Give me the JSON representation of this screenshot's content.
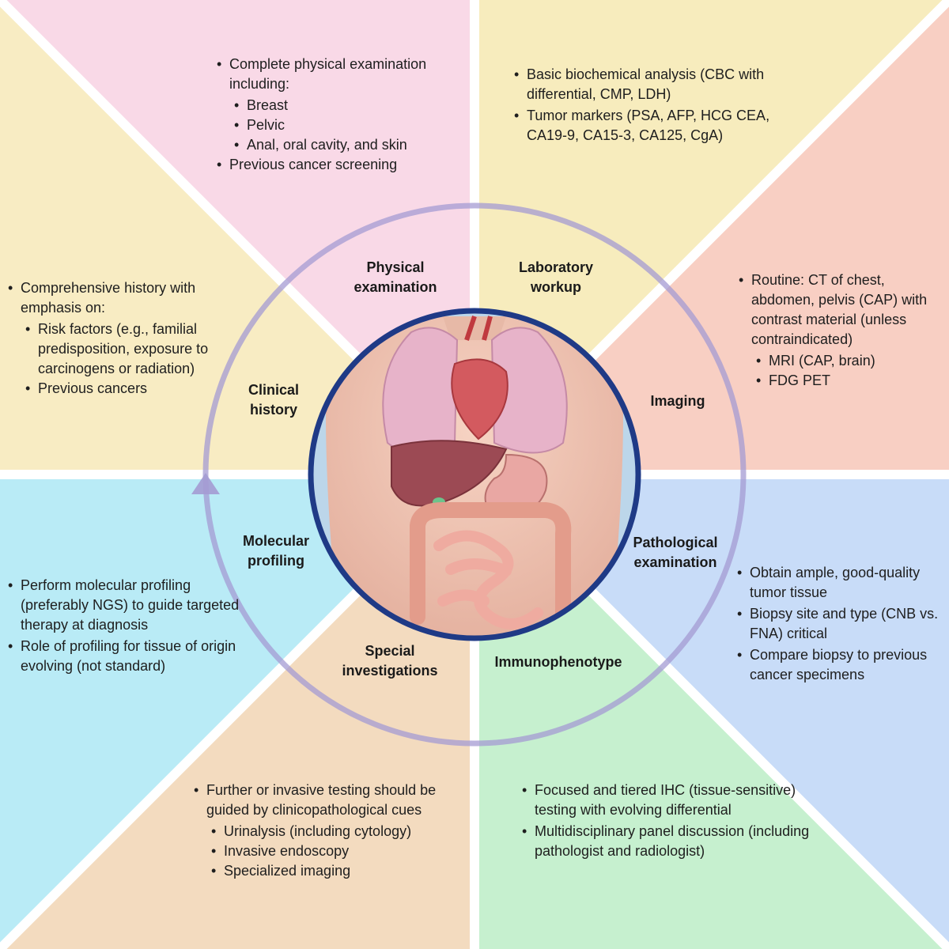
{
  "colors": {
    "physical": "#f9d9e7",
    "laboratory": "#f7ecbd",
    "imaging": "#f8cfc3",
    "pathology": "#c8dcf8",
    "immunophenotype": "#c6f0cf",
    "special": "#f3dbbf",
    "molecular": "#b9ebf6",
    "clinical": "#f8ecc3",
    "cycle_ring": "#a49bd3",
    "body_circle_border": "#1f3a86"
  },
  "labels": {
    "physical": "Physical examination",
    "laboratory": "Laboratory workup",
    "imaging": "Imaging",
    "pathology": "Pathological examination",
    "immunophenotype": "Immunophenotype",
    "special": "Special investigations",
    "molecular": "Molecular profiling",
    "clinical": "Clinical history"
  },
  "panels": {
    "physical": {
      "items": [
        {
          "level": 1,
          "text": "Complete physical examination including:"
        },
        {
          "level": 2,
          "text": "Breast"
        },
        {
          "level": 2,
          "text": "Pelvic"
        },
        {
          "level": 2,
          "text": "Anal, oral cavity, and skin"
        },
        {
          "level": 1,
          "text": "Previous cancer screening"
        }
      ]
    },
    "laboratory": {
      "items": [
        {
          "level": 1,
          "text": "Basic biochemical analysis (CBC with differential, CMP, LDH)"
        },
        {
          "level": 1,
          "text": "Tumor markers (PSA, AFP, HCG CEA, CA19-9, CA15-3, CA125, CgA)"
        }
      ]
    },
    "imaging": {
      "items": [
        {
          "level": 1,
          "text": "Routine: CT of chest, abdomen, pelvis (CAP) with contrast material (unless contraindicated)"
        },
        {
          "level": 2,
          "text": "MRI (CAP, brain)"
        },
        {
          "level": 2,
          "text": "FDG PET"
        }
      ]
    },
    "pathology": {
      "items": [
        {
          "level": 1,
          "text": "Obtain ample, good-quality tumor tissue"
        },
        {
          "level": 1,
          "text": "Biopsy site and type (CNB vs. FNA) critical"
        },
        {
          "level": 1,
          "text": "Compare biopsy to previous cancer specimens"
        }
      ]
    },
    "immunophenotype": {
      "items": [
        {
          "level": 1,
          "text": "Focused and tiered IHC (tissue-sensitive) testing with evolving differential"
        },
        {
          "level": 1,
          "text": "Multidisciplinary panel discussion (including pathologist and radiologist)"
        }
      ]
    },
    "special": {
      "items": [
        {
          "level": 1,
          "text": "Further or invasive testing should be guided by clinicopathological cues"
        },
        {
          "level": 2,
          "text": "Urinalysis (including cytology)"
        },
        {
          "level": 2,
          "text": "Invasive endoscopy"
        },
        {
          "level": 2,
          "text": "Specialized imaging"
        }
      ]
    },
    "molecular": {
      "items": [
        {
          "level": 1,
          "text": "Perform molecular profiling (preferably NGS) to guide targeted therapy at diagnosis"
        },
        {
          "level": 1,
          "text": "Role of profiling for tissue of origin evolving (not standard)"
        }
      ]
    },
    "clinical": {
      "items": [
        {
          "level": 1,
          "text": "Comprehensive history with emphasis on:"
        },
        {
          "level": 2,
          "text": "Risk factors (e.g., familial predisposition, exposure to carcinogens or radiation)"
        },
        {
          "level": 2,
          "text": "Previous cancers"
        }
      ]
    }
  }
}
